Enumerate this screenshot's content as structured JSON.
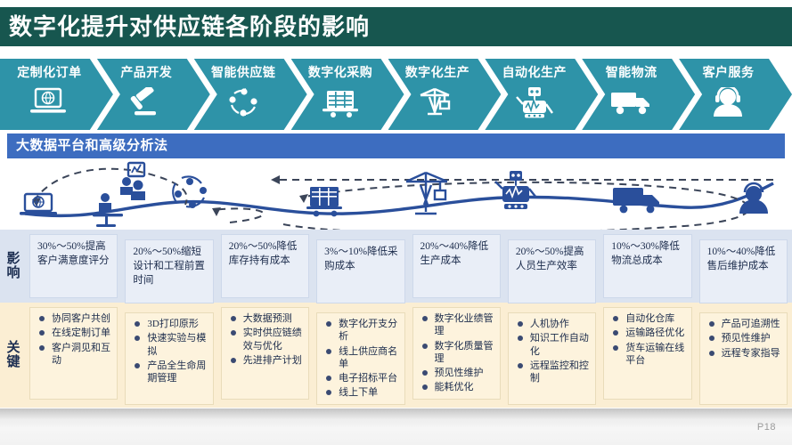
{
  "slide": {
    "title": "数字化提升对供应链各阶段的影响",
    "page_number": "P18",
    "colors": {
      "title_bar": "#17564f",
      "chevron": "#2e93a8",
      "band": "#3d6dc0",
      "impact_row": "#dbe3f0",
      "key_row": "#fbeed3",
      "flow_line": "#2a4f9b"
    }
  },
  "stages": [
    {
      "label": "定制化订单",
      "icon": "laptop-globe-icon"
    },
    {
      "label": "产品开发",
      "icon": "gavel-icon"
    },
    {
      "label": "智能供应链",
      "icon": "circular-arrows-icon"
    },
    {
      "label": "数字化采购",
      "icon": "shopping-cart-icon"
    },
    {
      "label": "数字化生产",
      "icon": "crane-icon"
    },
    {
      "label": "自动化生产",
      "icon": "robot-icon"
    },
    {
      "label": "智能物流",
      "icon": "truck-icon"
    },
    {
      "label": "客户服务",
      "icon": "headset-agent-icon"
    }
  ],
  "platform_band": {
    "label": "大数据平台和高级分析法"
  },
  "rows": {
    "impact_label": "影响",
    "key_label": "关键"
  },
  "impact": [
    "30%～50%提高客户满意度评分",
    "20%～50%缩短设计和工程前置时间",
    "20%～50%降低库存持有成本",
    "3%～10%降低采购成本",
    "20%～40%降低生产成本",
    "20%～50%提高人员生产效率",
    "10%～30%降低物流总成本",
    "10%～40%降低售后维护成本"
  ],
  "key_points": [
    [
      "协同客户共创",
      "在线定制订单",
      "客户洞见和互动"
    ],
    [
      "3D打印原形",
      "快速实验与模拟",
      "产品全生命周期管理"
    ],
    [
      "大数据预测",
      "实时供应链绩效与优化",
      "先进排产计划"
    ],
    [
      "数字化开支分析",
      "线上供应商名单",
      "电子招标平台",
      "线上下单"
    ],
    [
      "数字化业绩管理",
      "数字化质量管理",
      "预见性维护",
      "能耗优化"
    ],
    [
      "人机协作",
      "知识工作自动化",
      "远程监控和控制"
    ],
    [
      "自动化仓库",
      "运输路径优化",
      "货车运输在线平台"
    ],
    [
      "产品可追溯性",
      "预见性维护",
      "远程专家指导"
    ]
  ]
}
